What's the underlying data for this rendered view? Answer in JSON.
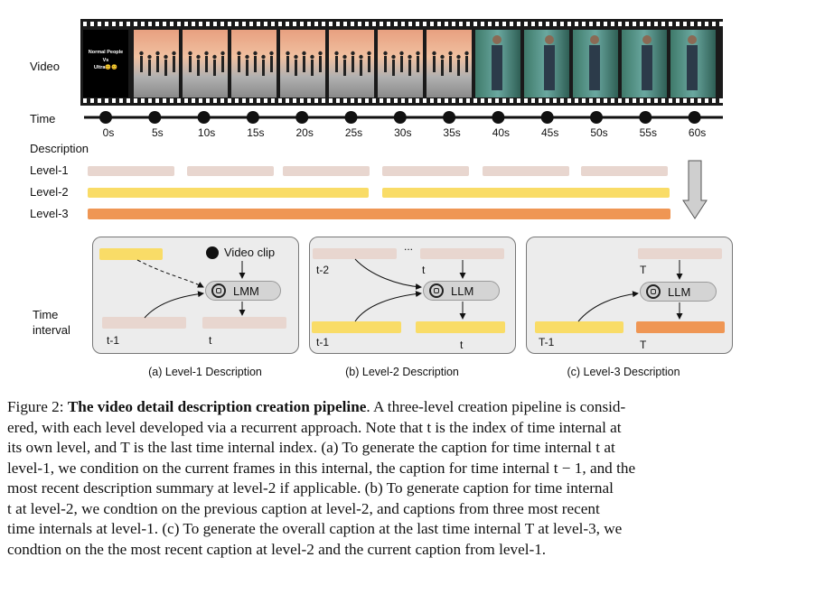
{
  "row_labels": {
    "video": "Video",
    "time": "Time",
    "description": "Description",
    "level1": "Level-1",
    "level2": "Level-2",
    "level3": "Level-3",
    "time_interval_line1": "Time",
    "time_interval_line2": "interval"
  },
  "first_frame_text": {
    "line1": "Normal People",
    "line2": "Vs",
    "line3": "Ultra😊😊"
  },
  "time_ticks": [
    "0s",
    "5s",
    "10s",
    "15s",
    "20s",
    "25s",
    "30s",
    "35s",
    "40s",
    "45s",
    "50s",
    "55s",
    "60s"
  ],
  "panels": {
    "a": {
      "caption": "(a) Level-1 Description",
      "video_clip_label": "Video clip",
      "model_label": "LMM",
      "t_prev": "t-1",
      "t_cur": "t"
    },
    "b": {
      "caption": "(b) Level-2 Description",
      "model_label": "LLM",
      "t_prev2": "t-2",
      "t_prev": "t-1",
      "t_cur_top": "t",
      "t_cur": "t",
      "ellipsis": "..."
    },
    "c": {
      "caption": "(c) Level-3 Description",
      "model_label": "LLM",
      "T_top": "T",
      "T_prev": "T-1",
      "T_cur": "T"
    }
  },
  "figure_caption": {
    "prefix": "Figure 2: ",
    "title": "The video detail description creation pipeline",
    "line1_rest": ". A three-level creation pipeline is consid-",
    "line2": "ered, with each level developed via a recurrent approach. Note that t is the index of time internal at",
    "line3": "its own level, and T is the last time internal index. (a) To generate the caption for time internal t at",
    "line4": "level-1, we condition on the current frames in this internal, the caption for time internal t − 1, and the",
    "line5": "most recent description summary at level-2 if applicable. (b) To generate caption for time internal",
    "line6": "t at level-2, we condtion on the previous caption at level-2, and captions from three most recent",
    "line7": "time internals at level-1. (c) To generate the overall caption at the last time internal T at level-3, we",
    "line8": "condtion on the the most recent caption at level-2 and the current caption from level-1."
  },
  "colors": {
    "level1": "#e8d6cf",
    "level2": "#f9dc67",
    "level3": "#ef9654",
    "panel_bg": "#ececec",
    "filmstrip": "#1a1a1a"
  }
}
